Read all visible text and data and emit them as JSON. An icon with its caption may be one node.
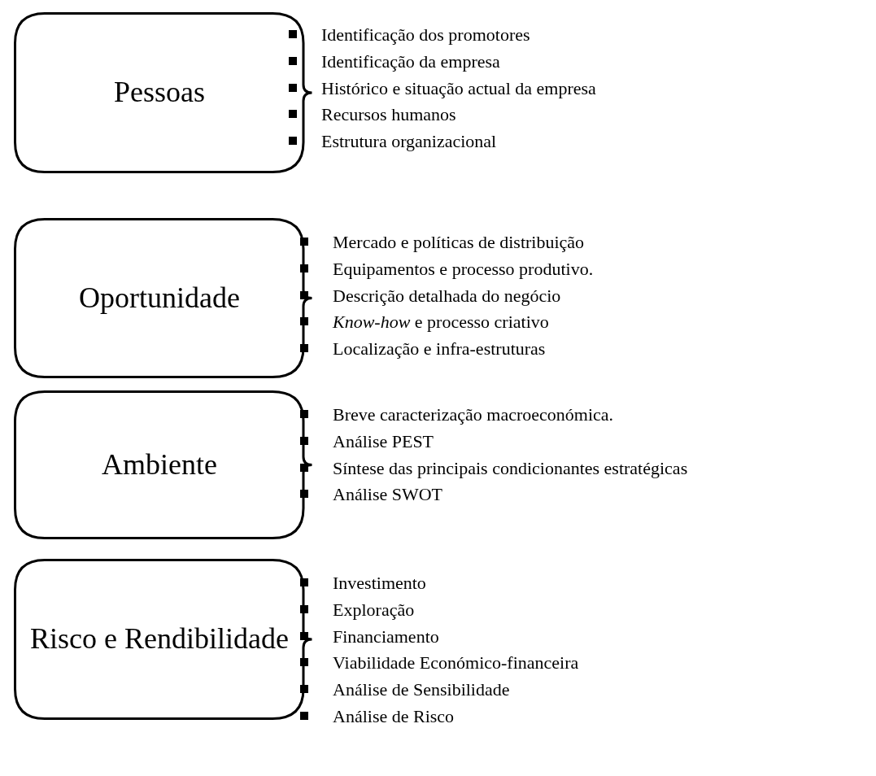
{
  "diagram": {
    "nodes": [
      {
        "text": [
          "Pessoas"
        ],
        "beside": [
          "Identificação dos promotores",
          "Identificação da empresa",
          "Histórico e situação actual da empresa",
          "Recursos humanos",
          "Estrutura organizacional"
        ]
      },
      {
        "text": [
          "Oportunidade"
        ],
        "beside": [
          "Mercado e políticas de distribuição",
          "Equipamentos e processo produtivo.",
          "Descrição detalhada do negócio",
          "*Know-how* e processo criativo",
          "Localização e infra-estruturas"
        ]
      },
      {
        "text": [
          "Ambiente"
        ],
        "beside": [
          "Breve caracterização macroeconómica.",
          "Análise PEST",
          "Síntese das principais condicionantes estratégicas",
          "Análise SWOT"
        ]
      },
      {
        "text": [
          "Risco e Rendibilidade"
        ],
        "beside": [
          "Investimento",
          "Exploração",
          "Financiamento",
          "Viabilidade Económico-financeira",
          "Análise de Sensibilidade",
          "Análise de Risco"
        ]
      }
    ]
  }
}
